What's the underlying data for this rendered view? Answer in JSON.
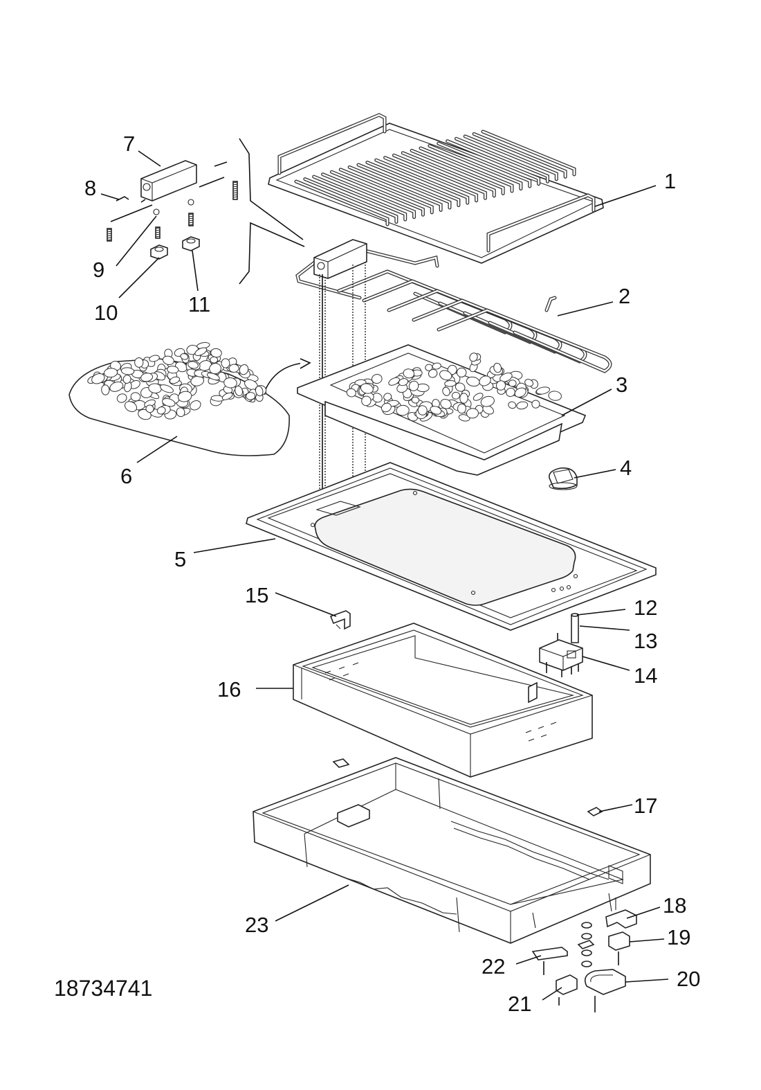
{
  "document_number": "18734741",
  "callouts": [
    {
      "id": "1",
      "text": "1"
    },
    {
      "id": "2",
      "text": "2"
    },
    {
      "id": "3",
      "text": "3"
    },
    {
      "id": "4",
      "text": "4"
    },
    {
      "id": "5",
      "text": "5"
    },
    {
      "id": "6",
      "text": "6"
    },
    {
      "id": "7",
      "text": "7"
    },
    {
      "id": "8",
      "text": "8"
    },
    {
      "id": "9",
      "text": "9"
    },
    {
      "id": "10",
      "text": "10"
    },
    {
      "id": "11",
      "text": "11"
    },
    {
      "id": "12",
      "text": "12"
    },
    {
      "id": "13",
      "text": "13"
    },
    {
      "id": "14",
      "text": "14"
    },
    {
      "id": "15",
      "text": "15"
    },
    {
      "id": "16",
      "text": "16"
    },
    {
      "id": "17",
      "text": "17"
    },
    {
      "id": "18",
      "text": "18"
    },
    {
      "id": "19",
      "text": "19"
    },
    {
      "id": "20",
      "text": "20"
    },
    {
      "id": "21",
      "text": "21"
    },
    {
      "id": "22",
      "text": "22"
    },
    {
      "id": "23",
      "text": "23"
    }
  ]
}
